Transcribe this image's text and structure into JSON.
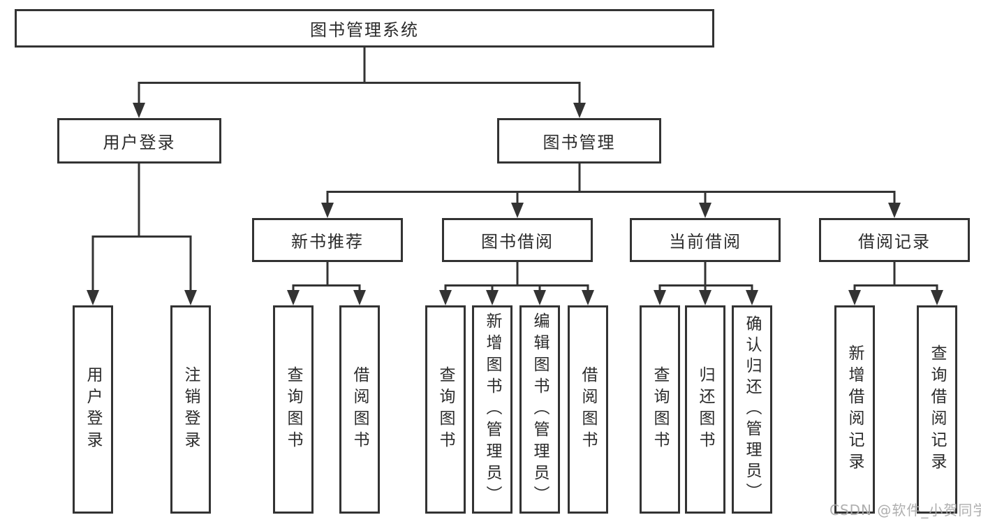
{
  "diagram": {
    "watermark": "CSDN @软件_小贺同学",
    "colors": {
      "line": "#333333",
      "text": "#2b2b2b",
      "background": "#ffffff",
      "watermark": "#a8a8a8"
    },
    "tree": {
      "label": "图书管理系统",
      "children": [
        {
          "label": "用户登录",
          "children": [
            {
              "label": "用户登录"
            },
            {
              "label": "注销登录"
            }
          ]
        },
        {
          "label": "图书管理",
          "children": [
            {
              "label": "新书推荐",
              "children": [
                {
                  "label": "查询图书"
                },
                {
                  "label": "借阅图书"
                }
              ]
            },
            {
              "label": "图书借阅",
              "children": [
                {
                  "label": "查询图书"
                },
                {
                  "label": "新增图书（管理员）"
                },
                {
                  "label": "编辑图书（管理员）"
                },
                {
                  "label": "借阅图书"
                }
              ]
            },
            {
              "label": "当前借阅",
              "children": [
                {
                  "label": "查询图书"
                },
                {
                  "label": "归还图书"
                },
                {
                  "label": "确认归还（管理员）"
                }
              ]
            },
            {
              "label": "借阅记录",
              "children": [
                {
                  "label": "新增借阅记录"
                },
                {
                  "label": "查询借阅记录"
                }
              ]
            }
          ]
        }
      ]
    }
  }
}
